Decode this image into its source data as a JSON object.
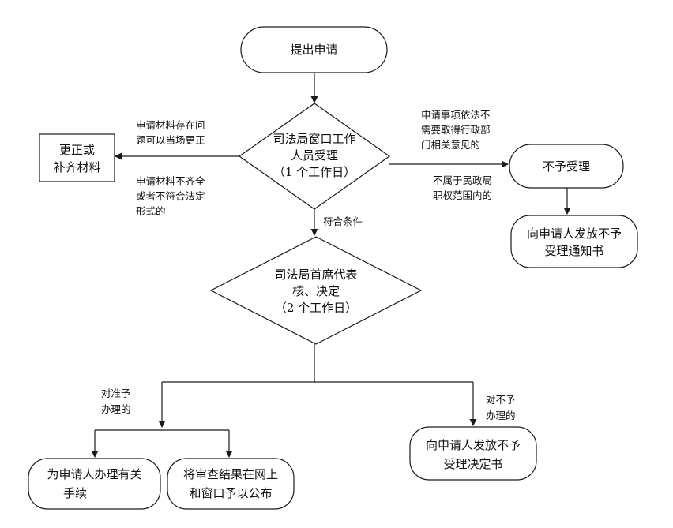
{
  "nodes": {
    "start": "提出申请",
    "window_review": [
      "司法局窗口工作",
      "人员受理",
      "（1 个工作日）"
    ],
    "correct_materials": [
      "更正或",
      "补齐材料"
    ],
    "not_accept": "不予受理",
    "not_accept_notice": [
      "向申请人发放不予",
      "受理通知书"
    ],
    "chief_review": [
      "司法局首席代表",
      "核、决定",
      "（2 个工作日）"
    ],
    "handle_procedures": [
      "为申请人办理有关",
      "手续"
    ],
    "publish_result": [
      "将审查结果在网上",
      "和窗口予以公布"
    ],
    "reject_decision": [
      "向申请人发放不予",
      "受理决定书"
    ]
  },
  "labels": {
    "fixable_on_site": [
      "申请材料存在问",
      "题可以当场更正"
    ],
    "incomplete_materials": [
      "申请材料不齐全",
      "或者不符合法定",
      "形式的"
    ],
    "needs_admin_opinion": [
      "申请事项依法不",
      "需要取得行政部",
      "门相关意见的"
    ],
    "outside_scope": [
      "不属于民政局",
      "职权范围内的"
    ],
    "meets_conditions": "符合条件",
    "approve": [
      "对准予",
      "办理的"
    ],
    "disapprove": [
      "对不予",
      "办理的"
    ]
  }
}
